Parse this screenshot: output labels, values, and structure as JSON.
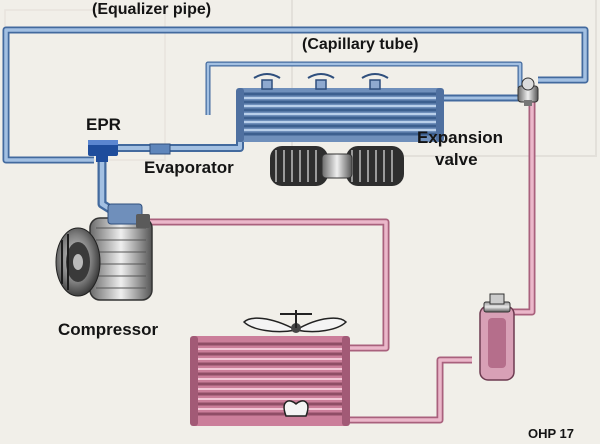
{
  "labels": {
    "equalizer_pipe": "(Equalizer pipe)",
    "capillary_tube": "(Capillary tube)",
    "epr": "EPR",
    "evaporator": "Evaporator",
    "expansion_valve_line1": "Expansion",
    "expansion_valve_line2": "valve",
    "compressor": "Compressor",
    "page_ref": "OHP 17"
  },
  "colors": {
    "blue_pipe": "#5f86bb",
    "blue_pipe_light": "#9fbde0",
    "pink_pipe": "#cf8aa4",
    "pink_pipe_light": "#eab7c9",
    "metal_dark": "#3c3c3c",
    "background": "#f1efe9"
  }
}
